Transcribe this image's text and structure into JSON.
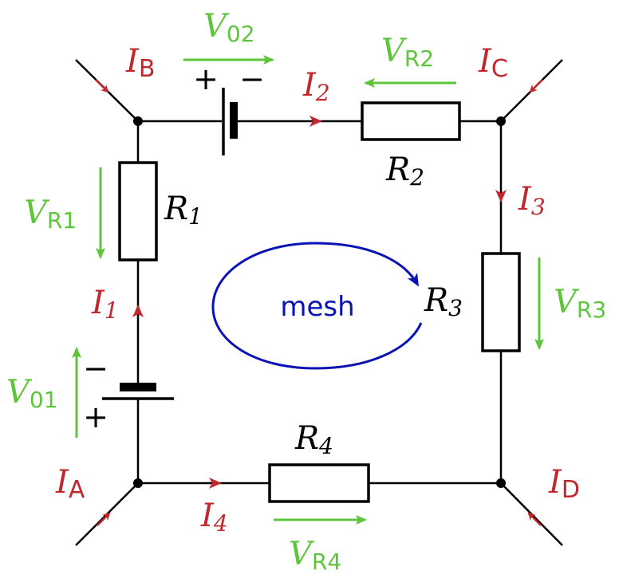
{
  "colors": {
    "current": "#c0282d",
    "voltage": "#5ec53b",
    "mesh": "#0a14b4",
    "wire": "#000000"
  },
  "nodes": {
    "IA": {
      "sym": "I",
      "sub": "A"
    },
    "IB": {
      "sym": "I",
      "sub": "B"
    },
    "IC": {
      "sym": "I",
      "sub": "C"
    },
    "ID": {
      "sym": "I",
      "sub": "D"
    }
  },
  "currents": {
    "I1": {
      "sym": "I",
      "sub": "1"
    },
    "I2": {
      "sym": "I",
      "sub": "2"
    },
    "I3": {
      "sym": "I",
      "sub": "3"
    },
    "I4": {
      "sym": "I",
      "sub": "4"
    }
  },
  "resistors": {
    "R1": {
      "sym": "R",
      "sub": "1"
    },
    "R2": {
      "sym": "R",
      "sub": "2"
    },
    "R3": {
      "sym": "R",
      "sub": "3"
    },
    "R4": {
      "sym": "R",
      "sub": "4"
    }
  },
  "voltages": {
    "V01": {
      "sym": "V",
      "sub": "01"
    },
    "V02": {
      "sym": "V",
      "sub": "02"
    },
    "VR1": {
      "sym": "V",
      "sub": "R1"
    },
    "VR2": {
      "sym": "V",
      "sub": "R2"
    },
    "VR3": {
      "sym": "V",
      "sub": "R3"
    },
    "VR4": {
      "sym": "V",
      "sub": "R4"
    }
  },
  "polarity": {
    "plus": "+",
    "minus": "−"
  },
  "mesh_label": "mesh"
}
